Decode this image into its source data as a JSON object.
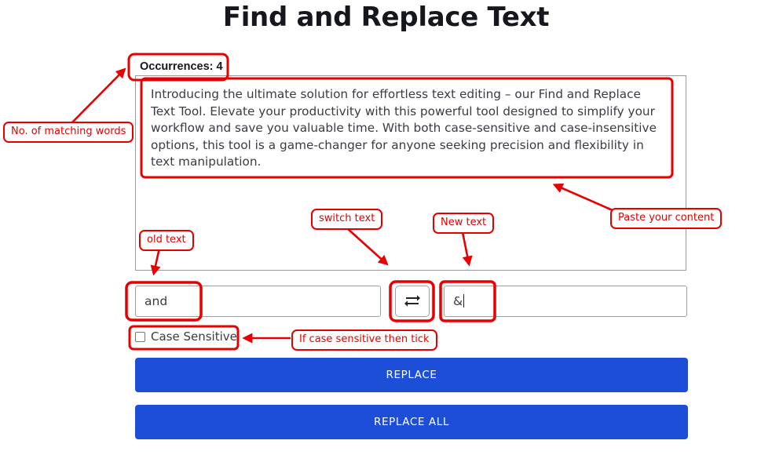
{
  "page": {
    "title": "Find and Replace Text"
  },
  "occurrences": {
    "label": "Occurrences: 4"
  },
  "paste_area": {
    "content": "Introducing the ultimate solution for effortless text editing – our Find and Replace Text Tool. Elevate your productivity with this powerful tool designed to simplify your workflow and save you valuable time. With both case-sensitive and case-insensitive options, this tool is a game-changer for anyone seeking precision and flexibility in text manipulation.",
    "placeholder": ""
  },
  "controls": {
    "find_value": "and",
    "find_placeholder": "",
    "replace_value": "&",
    "replace_placeholder": "",
    "swap_icon": "swap-horizontal-icon",
    "case_sensitive_label": "Case Sensitive",
    "case_sensitive_checked": false
  },
  "buttons": {
    "replace": "REPLACE",
    "replace_all": "REPLACE ALL",
    "accent_color": "#1d4ed8"
  },
  "annotations": {
    "color": "#e60000",
    "items": [
      {
        "id": "matching-words",
        "text": "No. of matching words"
      },
      {
        "id": "paste-content",
        "text": "Paste your content"
      },
      {
        "id": "old-text",
        "text": "old text"
      },
      {
        "id": "switch-text",
        "text": "switch text"
      },
      {
        "id": "new-text",
        "text": "New text"
      },
      {
        "id": "case-sensitive",
        "text": "If case sensitive then tick"
      }
    ]
  }
}
